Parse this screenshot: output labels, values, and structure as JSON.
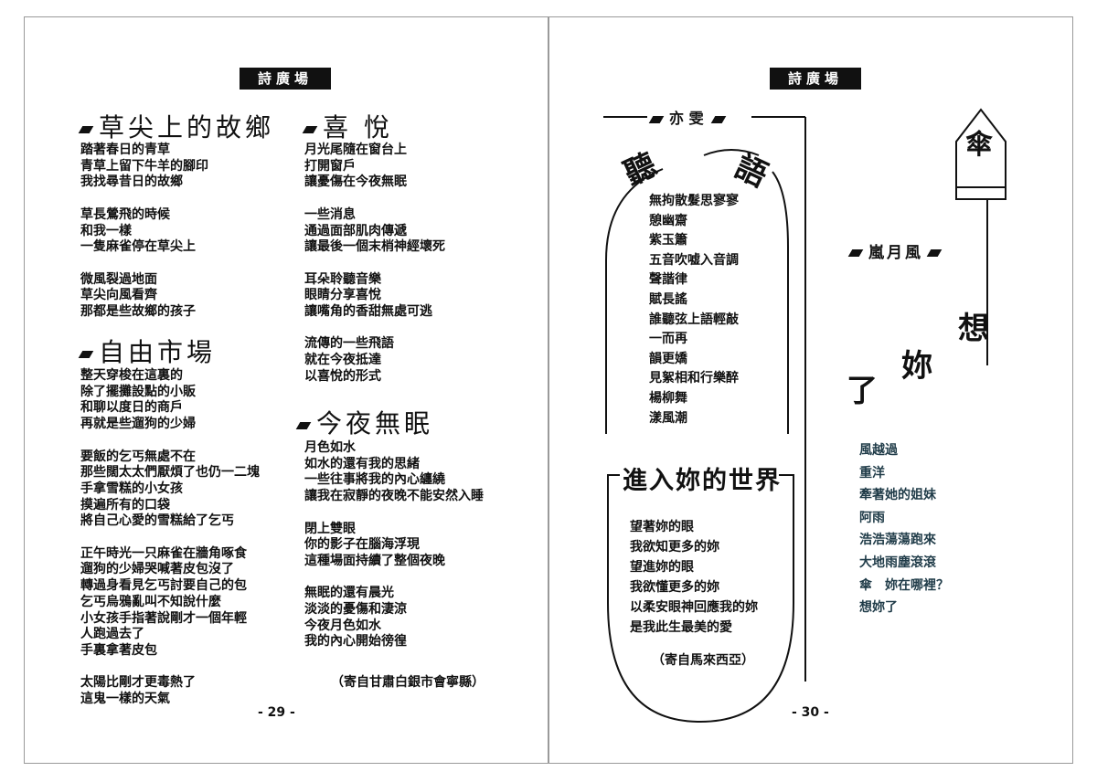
{
  "header_label": "詩廣場",
  "left_page": {
    "page_number": "- 29 -",
    "poems": [
      {
        "title": "草尖上的故鄉",
        "stanzas": [
          [
            "踏著春日的青草",
            "青草上留下牛羊的腳印",
            "我找尋昔日的故鄉"
          ],
          [
            "草長鶯飛的時候",
            "和我一樣",
            "一隻麻雀停在草尖上"
          ],
          [
            "微風裂過地面",
            "草尖向風看齊",
            "那都是些故鄉的孩子"
          ]
        ]
      },
      {
        "title": "自由市場",
        "stanzas": [
          [
            "整天穿梭在這裏的",
            "除了擺攤設點的小販",
            "和聊以度日的商戶",
            "再就是些遛狗的少婦"
          ],
          [
            "要飯的乞丐無處不在",
            "那些闊太太們厭煩了也仍一二塊",
            "手拿雪糕的小女孩",
            "摸遍所有的口袋",
            "將自己心愛的雪糕給了乞丐"
          ],
          [
            "正午時光一只麻雀在牆角啄食",
            "遛狗的少婦哭喊著皮包沒了",
            "轉過身看見乞丐討要自己的包",
            "乞丐烏鴉亂叫不知說什麼",
            "小女孩手指著說剛才一個年輕",
            "人跑過去了",
            "手裏拿著皮包"
          ],
          [
            "太陽比剛才更毒熱了",
            "這鬼一樣的天氣"
          ]
        ]
      },
      {
        "title": "喜 悅",
        "stanzas": [
          [
            "月光尾隨在窗台上",
            "打開窗戶",
            "讓憂傷在今夜無眠"
          ],
          [
            "一些消息",
            "通過面部肌肉傳遞",
            "讓最後一個末梢神經壞死"
          ],
          [
            "耳朵聆聽音樂",
            "眼睛分享喜悅",
            "讓嘴角的香甜無處可逃"
          ],
          [
            "流傳的一些飛語",
            "就在今夜抵達",
            "以喜悅的形式"
          ]
        ]
      },
      {
        "title": "今夜無眠",
        "stanzas": [
          [
            "月色如水",
            "如水的還有我的思緒",
            "一些往事將我的內心纏繞",
            "讓我在寂靜的夜晚不能安然入睡"
          ],
          [
            "閉上雙眼",
            "你的影子在腦海浮現",
            "這種場面持續了整個夜晚"
          ],
          [
            "無眠的還有晨光",
            "淡淡的憂傷和淒涼",
            "今夜月色如水",
            "我的內心開始徬徨"
          ]
        ]
      }
    ],
    "source": "（寄自甘肅白銀市會寧縣）"
  },
  "right_page": {
    "page_number": "- 30 -",
    "author1": "亦 雯",
    "poem1": {
      "title_left": "聽",
      "title_right": "語",
      "lines": [
        "無拘散髮思寥寥",
        "憩幽齋",
        "紫玉簫",
        "五音吹嘘入音調",
        "聲諧律",
        "賦長謠",
        "誰聽弦上語輕敲",
        "一而再",
        "韻更嬌",
        "見絮相和行樂醉",
        "楊柳舞",
        "漾風潮"
      ]
    },
    "poem2": {
      "title": "進入妳的世界",
      "lines": [
        "望著妳的眼",
        "我欲知更多的妳",
        "望進妳的眼",
        "我欲懂更多的妳",
        "以柔安眼神回應我的妳",
        "是我此生最美的愛"
      ],
      "source": "（寄自馬來西亞）"
    },
    "poem3": {
      "title_char": "傘",
      "author": "嵐月風",
      "subtitle": [
        "想",
        "妳",
        "了"
      ],
      "lines": [
        "風越過",
        "重洋",
        "牽著她的姐妹",
        "阿雨",
        "浩浩蕩蕩跑來",
        "大地雨塵滾滾",
        "傘　妳在哪裡？",
        "想妳了"
      ]
    }
  }
}
